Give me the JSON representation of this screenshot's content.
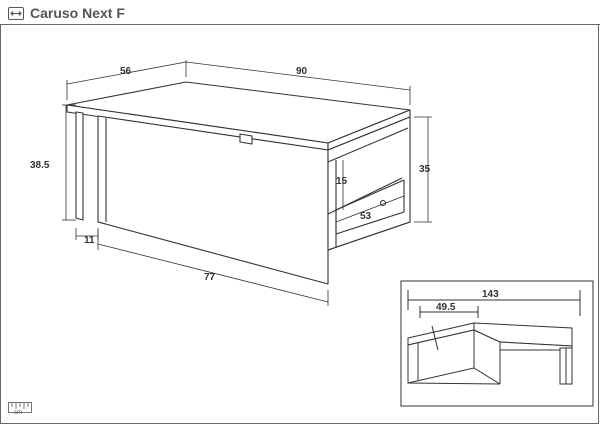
{
  "header": {
    "title": "Caruso Next F",
    "logo_icon": "width-measure-icon"
  },
  "dimensions": {
    "depth": "56",
    "width": "90",
    "height": "38.5",
    "right_height": "35",
    "shelf_height": "15",
    "drawer_width": "53",
    "leg_offset": "11",
    "front_length": "77",
    "extended_width": "143",
    "extension_width": "49.5"
  },
  "footer": {
    "scale_unit": "cm",
    "scale_icon": "ruler-icon"
  },
  "colors": {
    "line": "#333333",
    "frame": "#666666",
    "fill": "#ffffff"
  }
}
